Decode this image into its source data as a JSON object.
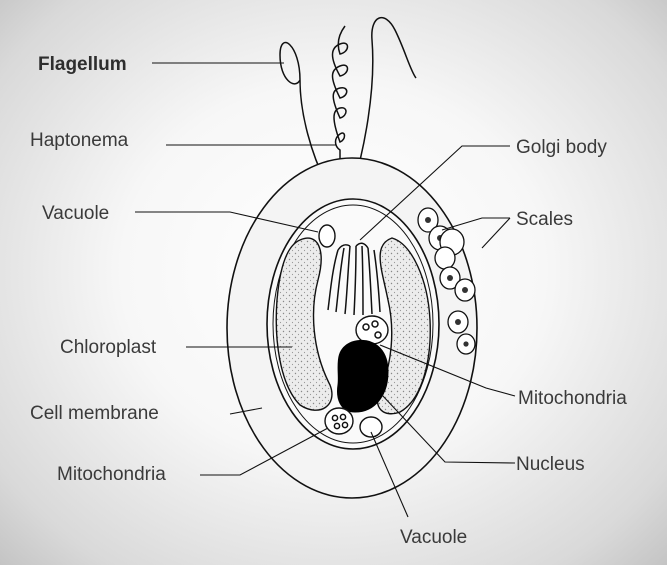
{
  "labels": {
    "flagellum": "Flagellum",
    "haptonema": "Haptonema",
    "vacuole_top": "Vacuole",
    "chloroplast": "Chloroplast",
    "cell_membrane": "Cell membrane",
    "mitochondria_left": "Mitochondria",
    "golgi_body": "Golgi body",
    "scales": "Scales",
    "mitochondria_right": "Mitochondria",
    "nucleus": "Nucleus",
    "vacuole_bottom": "Vacuole"
  }
}
